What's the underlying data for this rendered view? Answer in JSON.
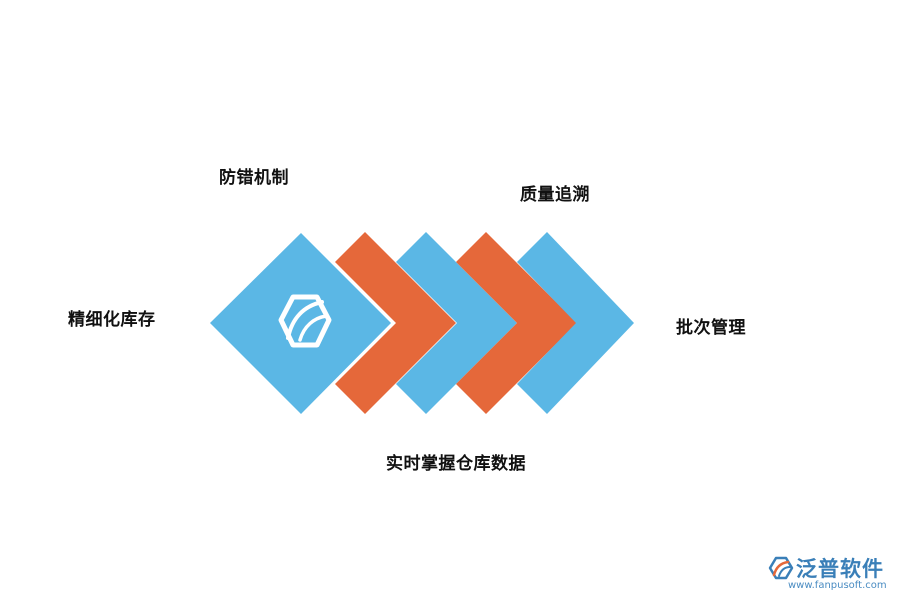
{
  "colors": {
    "blue": "#5bb7e5",
    "orange": "#e5683a",
    "center_icon": "#ffffff",
    "watermark_blue": "#3a7fb8"
  },
  "diagram": {
    "center_icon": "brand-logo-icon",
    "labels": {
      "left": "精细化库存",
      "top_left": "防错机制",
      "top_right": "质量追溯",
      "right": "批次管理",
      "bottom": "实时掌握仓库数据"
    },
    "chevron_colors": [
      "orange",
      "blue",
      "orange",
      "blue"
    ]
  },
  "watermark": {
    "name": "泛普软件",
    "url": "www.fanpusoft.com"
  }
}
